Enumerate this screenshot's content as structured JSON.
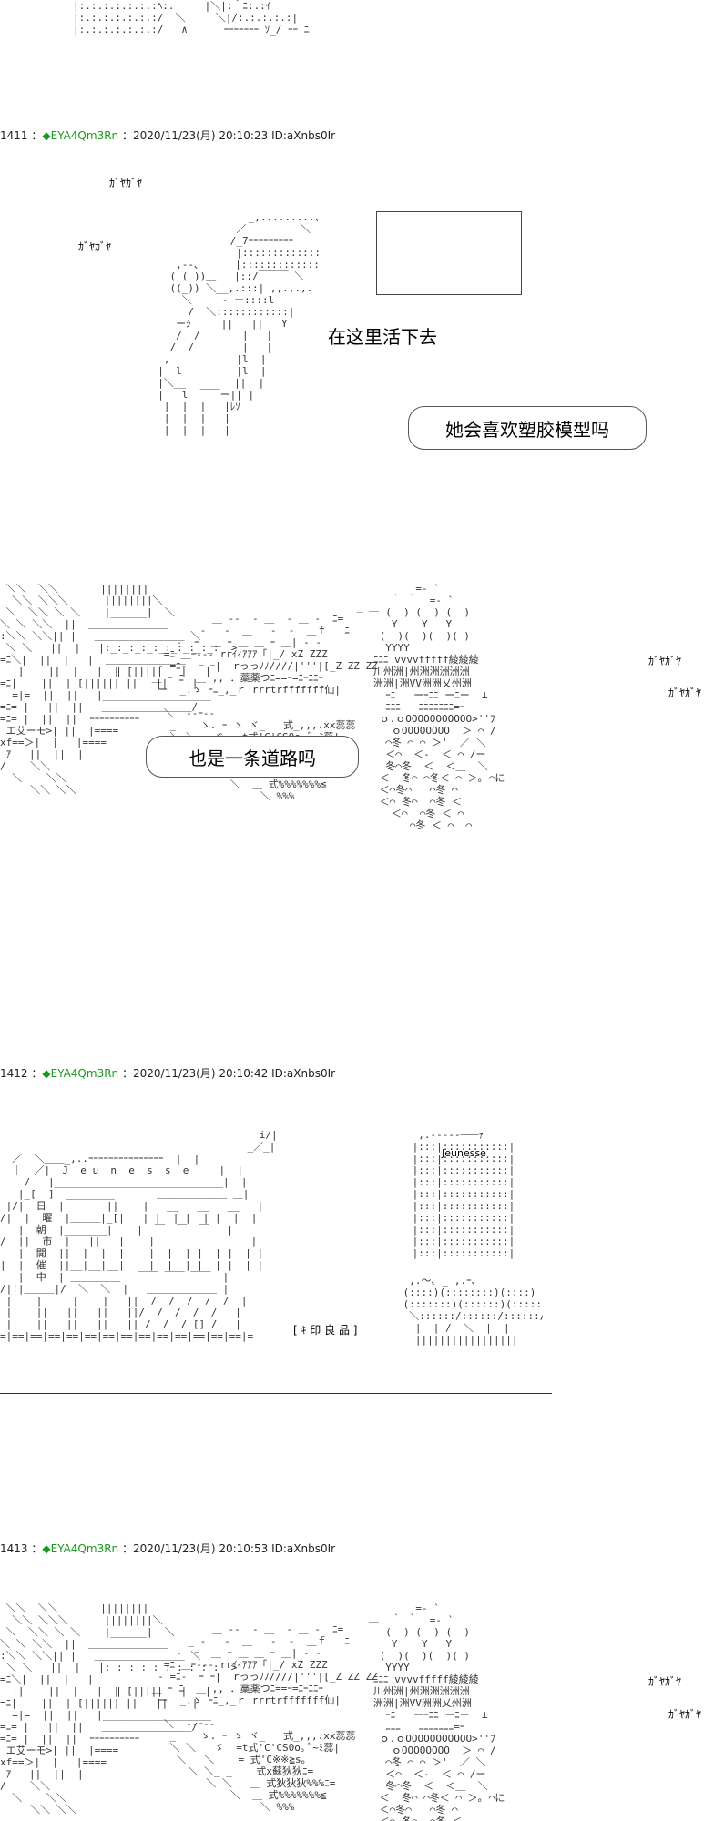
{
  "posts": [
    {
      "number": "1411",
      "name": "EYA4Qm3Rn",
      "date": "2020/11/23(月)",
      "time": "20:10:23",
      "id": "ID:aXnbs0Ir"
    },
    {
      "number": "1412",
      "name": "EYA4Qm3Rn",
      "date": "2020/11/23(月)",
      "time": "20:10:42",
      "id": "ID:aXnbs0Ir"
    },
    {
      "number": "1413",
      "name": "EYA4Qm3Rn",
      "date": "2020/11/23(月)",
      "time": "20:10:53",
      "id": "ID:aXnbs0Ir"
    }
  ],
  "sfx": "ｶﾞﾔｶﾞﾔ",
  "dialog": {
    "line1": "在这里活下去",
    "line2": "她会喜欢塑胶模型吗",
    "line3": "也是一条道路吗"
  },
  "shop_signs": {
    "jeunesse": "Jeunesse",
    "jeunesse_spaced": "J e u n e s s e",
    "mujirushi": "[ ｷ 印 良 品 ]",
    "sunday_vertical": [
      "日",
      "曜",
      "朝",
      "市",
      "開",
      "催",
      "中"
    ],
    "side_text": "エ艾ーモ>",
    "side_text2": "xf"
  },
  "aa_text": {
    "top_fragment": "|:.:.:.:.:.:.:ﾍ:.     |＼|:｀ﾆ:.:ｲ    \n|:.:.:.:.:.:.:/  ＼     ＼|/:.:.:.:.:|\n|:.:.:.:.:.:.:/   ∧      ｰｰｰｰｰｰｰ ｿ_/ ｰｰ ﾆﾆﾆ|",
    "girl": "                 _,.........、\n               ／         ＼\n              /_7ｰｰｰｰｰｰｰｰｰ\n               |:::::::::::::::|\n     ,--､      |:::::::::::::::|[_|\n    ( ( ))＿   |::/￣￣￣ ＼  |\n    ((_)) ＼__,.:::| ,,.,.,. /V\n      ＼     ‐ ー::::l\n       /  ＼::::::::::::|\n     ーｼ     ||   ||   Y\n     /  /       |___|\n    /  /        |   |\n   ,           |l  |\n  |  l         |l  |\n  |＼__        ||  |\n  |   l  ￣￣ー|| |\n   |  |  |   |ﾚｿ\n   |  |  |   |\n   |  |  |   |",
    "street1": " ＼＼  ＼＼       ||||||||\n  ＼＼ ＼＼＼      ||||||||＼\n ＼  ＼＼ ＼ ＼    |______|  ＼\n＼ ＼ ＼＼  ||  ＿＿＿＿＿＿＿＿\n:＼＼ ＼＼|| |   ＿＿＿＿＿＿＿＿＿ ＼\n ＼ ＼   ||  |   |:_:_:_:_:_:_:_:_:_:  >\n=ﾆ＼|  ||  |   |  ＿＿＿＿＿＿＿＿\n  ||    ||  |   |  ‖ [|||||   |   |\n=ﾆ|    ||  | [|||||| ||   ||   ||\n  =|=  ||  ||   |__________________\n=ﾆ= |   ||  ||   ＿＿＿＿＿＿＿＿＿/\n=ﾆ= |  ||  ||  ｰｰｰｰｰｰｰｰｰｰ\n エ艾ーモ>| ||  |====\nxf==＞|  |   |====\n ｱ   ||  ||  |\n/    ＼＼\n  ＼    ＼＼\n     ＼＼ ＼＼\n",
    "street1_mid": "                                   _ ＿\n           ＿ --  ‐ ＿  ‐ ＿ -  ﾆ=\n       _ -   ‐  ＿   -  ‐  ＿ｆ   ﾆ\n     ‐  ｰ  ＿ ｰ ＿ ＿ ｰ ＿| - ‐ \n   =ﾆ ＿ｰ--- rrｲｨｱｱｱ「|_/ xZ ZZZ\n  ‐ =ﾆ-  ｰ ｰ|  rっっﾉﾉ////|'''|[_Z ZZ ZZ\n ＿ ｰ ﾆ  ＿ ,, ．藁薬つﾆ==ｰ=ﾆｰﾆﾆｰ\n  ー  _.ゝ ｰﾆ_,_ｒ rrrtrfffffff仙|\n                                 \n   ＼  ‐-ｰ--\n    _    ゝ. ｰ ゝ ヾ_   式_,,,.xx蕊蕊\n    ＼ ＼   ゞ  =t式'C'CS0o｡ ﾞ~ﾐ蕊|\n     ＼   ＼    = 式'C※※≧s｡\n       ＼ ＼_ _    式x蘇狄狄ﾆ=\n          ＼ ＼   ＿ 式狄狄狄%%%ﾆ=\n              ＼  ＿ 式%%%%%%%≦\n                   ＼ %%%\n",
    "street1_right": "       =- `\n   ｀ ｀  =- `\n  (  ) (  ) (  )\n   Y    Y   Y\n (  )(  )(  )( )\n  YYYY  \nﾆﾆﾆ vvvvfffff綾綾綾\n川州洲|州洲洲洲洲洲\n洲洲|洲VV洲洲乂州洲\n  ｰﾆ   ーｰﾆﾆ ーﾆー  ⊥\n  ﾆﾆﾆ   ﾆﾆﾆﾆﾆﾆﾆ=ｰ\n ｏ.ｏOOOOOOOOOOO>''ﾌ\n   ｏOOOOOOOO  ＞ ⌒ /\n  ⌒冬 ⌒ ⌒ ＞'  ／ ＼\n  ＜⌒  ＜‐  ＜ ⌒ /ー\n  冬⌒冬  ＜  ＜＿  ＼\n ＜  冬⌒ ⌒冬＜ ⌒ ＞｡ ⌒に\n ＜⌒冬⌒   ⌒冬 ⌒\n ＜⌒ 冬⌒  ⌒冬 ＜\n   ＜⌒  ⌒冬 ＜ ⌒\n      ⌒冬 ＜ ⌒  ⌒\n",
    "town": "                                           i/|\n                                         _／_|\n  ／  ＼＿＿_,..ｰｰｰｰｰｰｰｰｰｰｰｰｰｰｰ  |  |\n  ｜  ／|  J  e u  n  e  s  s  e     |  |\n    /   |____________________________|  |\n   |_[  ]  ________       ＿＿＿＿＿＿＿ ＿|\n |/|  日  |       ||    |   __   __   __   |\n/|  |  曜  |＿＿＿|_[|   | |  | |  | |  |  |\n   |  朝  |_______|    |  ￣  ￣  ￣   |\n/  ||  市  |   ||   |    |   ＿＿ ＿＿ ＿＿ |\n   |  開  ||  |  |  |    |  |  | |  | |  | |\n|  |  催  ||__|__|__|    |  |  | |  | |  | |\n   |  中  | ＿＿＿＿＿   ￣￣ ￣￣ ￣￣  |\n/|!|＿＿＿|/  ＼  ＼  |   ＿＿＿＿＿＿＿ |\n |    |     |    |   ||  /  /  /  /  /  |\n ||   ||   ||   ||   ||/  /  /  /  /   |\n ||   ||   ||   ||   || /  /  / [] /   |\n=|==|==|==|==|==|==|==|==|==|==|==|==|==|=\n",
    "trees": "  ,.～､ _ ,.ｰ､\n (::::)(::::::::)(::::)\n (:::::::)(::::::)(::::::)\n  ＼::::::/::::::/::::::/\n   |  | /  ＼  |  |\n   |||||||||||||||||\n",
    "building": "  ,.----‐───ｧ\n |:::|:::::::::::|\n |:::|:::::::::::|\n |:::|:::::::::::|\n |:::|:::::::::::|\n |:::|:::::::::::|\n |:::|:::::::::::|\n |:::|:::::::::::|\n |:::|:::::::::::|\n |:::|:::::::::::|\n |:::|:::::::::::|\n"
  }
}
